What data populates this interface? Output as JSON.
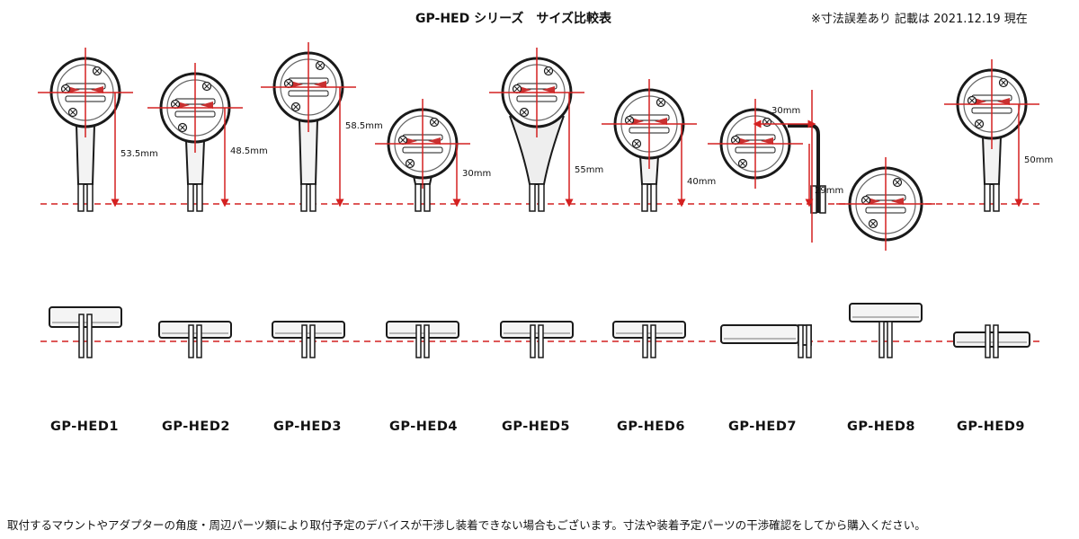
{
  "header": {
    "title": "GP-HED シリーズ　サイズ比較表",
    "note": "※寸法誤差あり 記載は 2021.12.19 現在"
  },
  "models": [
    {
      "name": "GP-HED1",
      "dimension": "53.5mm"
    },
    {
      "name": "GP-HED2",
      "dimension": "48.5mm"
    },
    {
      "name": "GP-HED3",
      "dimension": "58.5mm"
    },
    {
      "name": "GP-HED4",
      "dimension": "30mm"
    },
    {
      "name": "GP-HED5",
      "dimension": "55mm"
    },
    {
      "name": "GP-HED6",
      "dimension": "40mm"
    },
    {
      "name": "GP-HED7",
      "dimension": "29mm",
      "offset": "30mm"
    },
    {
      "name": "GP-HED8",
      "dimension": ""
    },
    {
      "name": "GP-HED9",
      "dimension": "50mm"
    }
  ],
  "footer": {
    "text": "取付するマウントやアダプターの角度・周辺パーツ類により取付予定のデバイスが干渉し装着できない場合もございます。寸法や装着予定パーツの干渉確認をしてから購入ください。"
  },
  "colors": {
    "reference_line": "#d42020",
    "outline": "#1a1a1a"
  }
}
